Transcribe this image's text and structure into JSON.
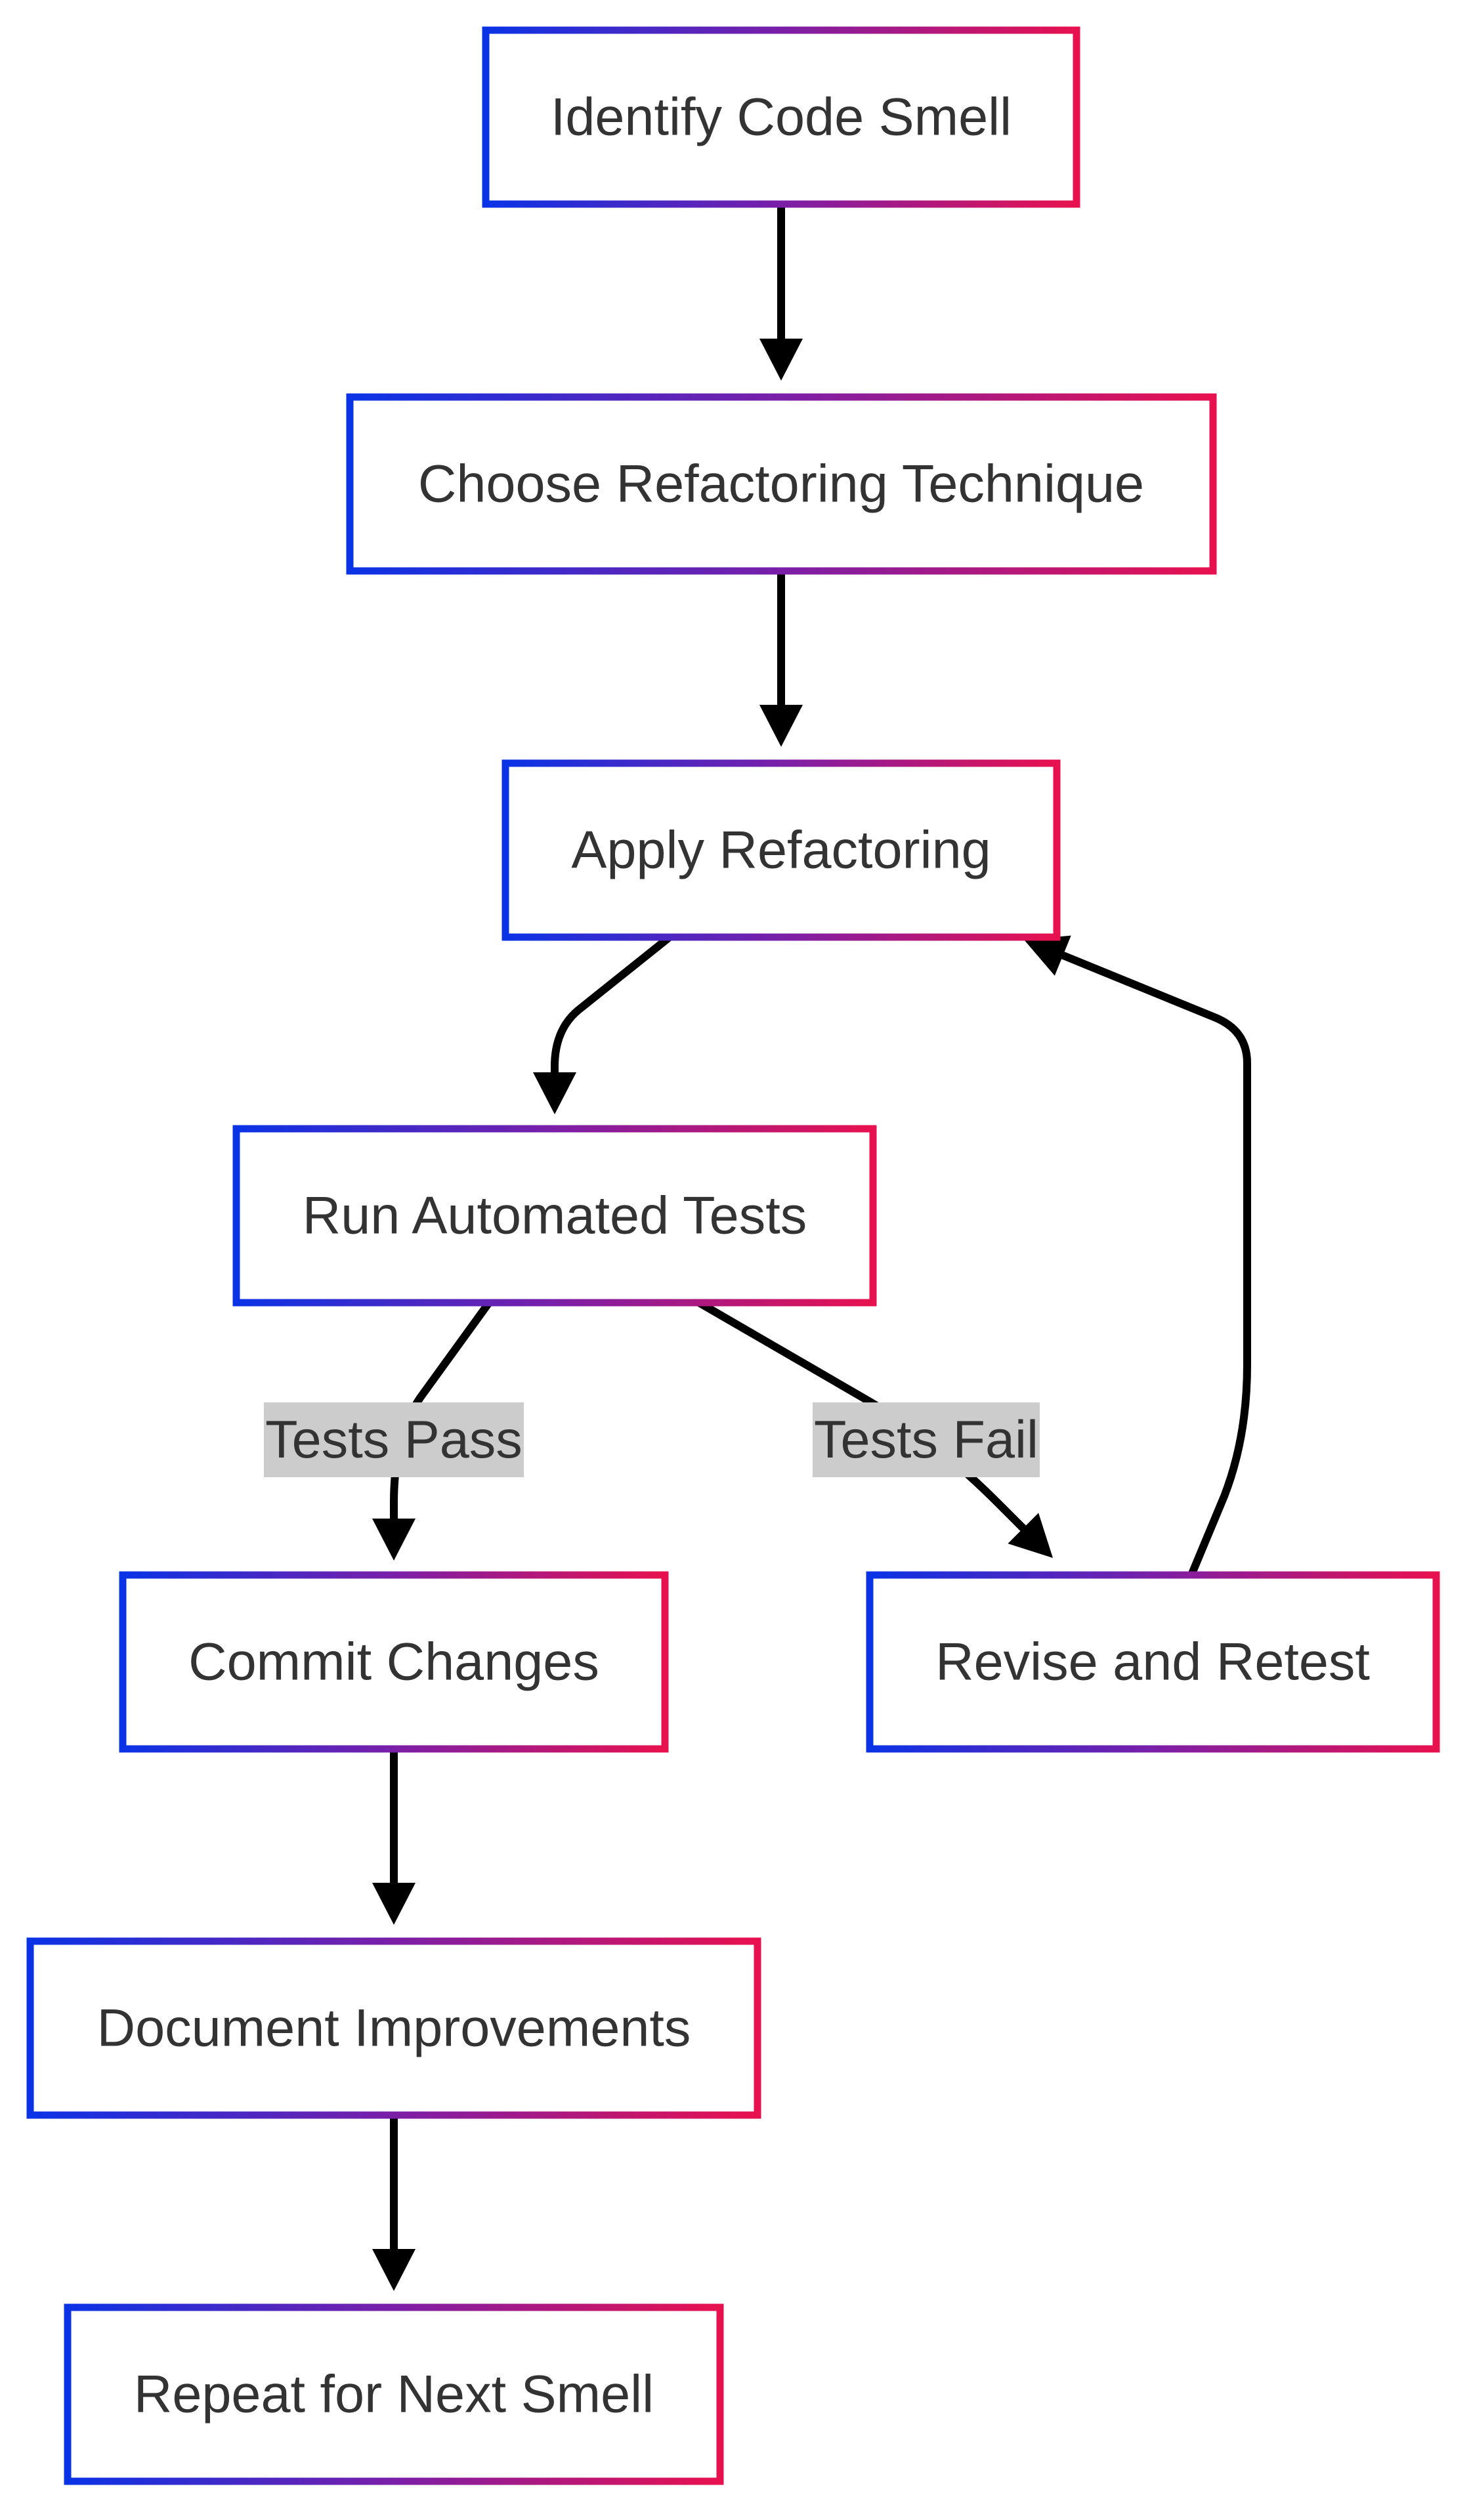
{
  "nodes": [
    {
      "id": "identify",
      "label": "Identify Code Smell"
    },
    {
      "id": "choose",
      "label": "Choose Refactoring Technique"
    },
    {
      "id": "apply",
      "label": "Apply Refactoring"
    },
    {
      "id": "run-tests",
      "label": "Run Automated Tests"
    },
    {
      "id": "commit",
      "label": "Commit Changes"
    },
    {
      "id": "revise",
      "label": "Revise and Retest"
    },
    {
      "id": "document",
      "label": "Document Improvements"
    },
    {
      "id": "repeat",
      "label": "Repeat for Next Smell"
    }
  ],
  "edges": [
    {
      "from": "identify",
      "to": "choose",
      "label": ""
    },
    {
      "from": "choose",
      "to": "apply",
      "label": ""
    },
    {
      "from": "apply",
      "to": "run-tests",
      "label": ""
    },
    {
      "from": "run-tests",
      "to": "commit",
      "label": "Tests Pass"
    },
    {
      "from": "run-tests",
      "to": "revise",
      "label": "Tests Fail"
    },
    {
      "from": "revise",
      "to": "apply",
      "label": ""
    },
    {
      "from": "commit",
      "to": "document",
      "label": ""
    },
    {
      "from": "document",
      "to": "repeat",
      "label": ""
    }
  ],
  "colors": {
    "node_border_start": "#0a33e6",
    "node_border_end": "#e8114f",
    "node_fill": "#ffffff",
    "text": "#333333",
    "edge": "#000000",
    "edge_label_bg": "#cccccc"
  }
}
